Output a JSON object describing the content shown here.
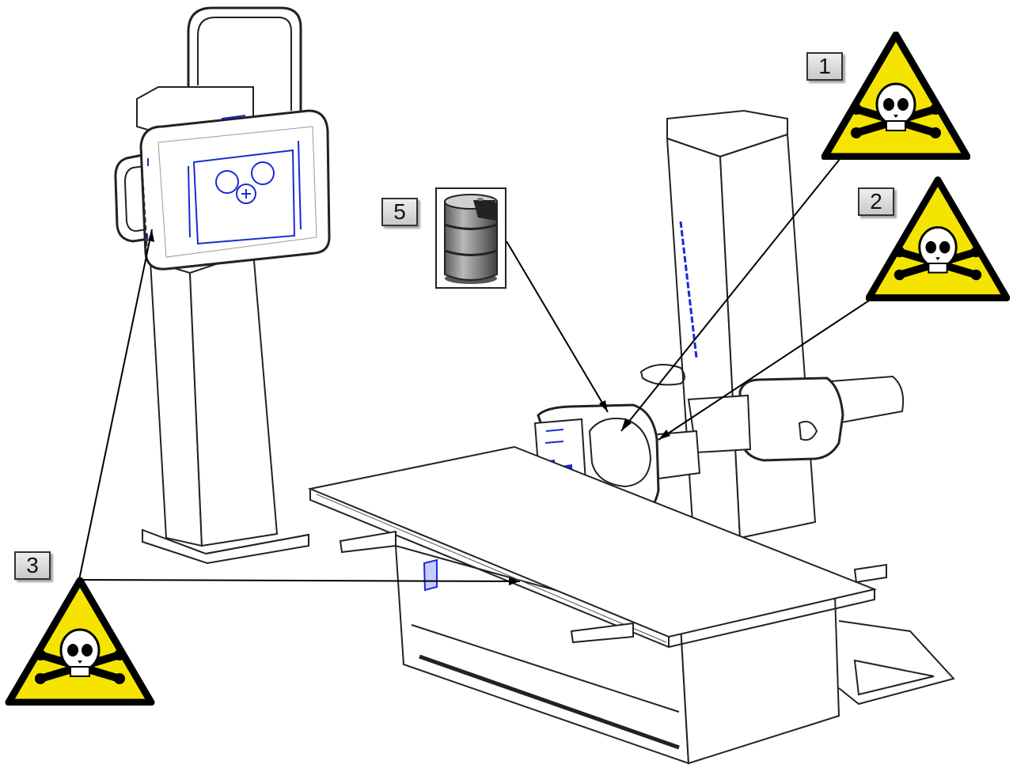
{
  "callouts": [
    {
      "id": "1",
      "label": "1"
    },
    {
      "id": "2",
      "label": "2"
    },
    {
      "id": "3",
      "label": "3"
    },
    {
      "id": "5",
      "label": "5"
    }
  ],
  "hazard_symbols": [
    {
      "callout": "1",
      "icon": "toxic-hazard-icon"
    },
    {
      "callout": "2",
      "icon": "toxic-hazard-icon"
    },
    {
      "callout": "3",
      "icon": "toxic-hazard-icon"
    }
  ],
  "barrel_symbol": {
    "callout": "5",
    "icon": "oil-barrel-icon"
  },
  "colors": {
    "hazard_fill": "#f5e400",
    "hazard_border": "#000000",
    "equipment_line": "#222222",
    "marking_blue": "#1a2ad6",
    "callout_fill": "#d8d8d8"
  }
}
